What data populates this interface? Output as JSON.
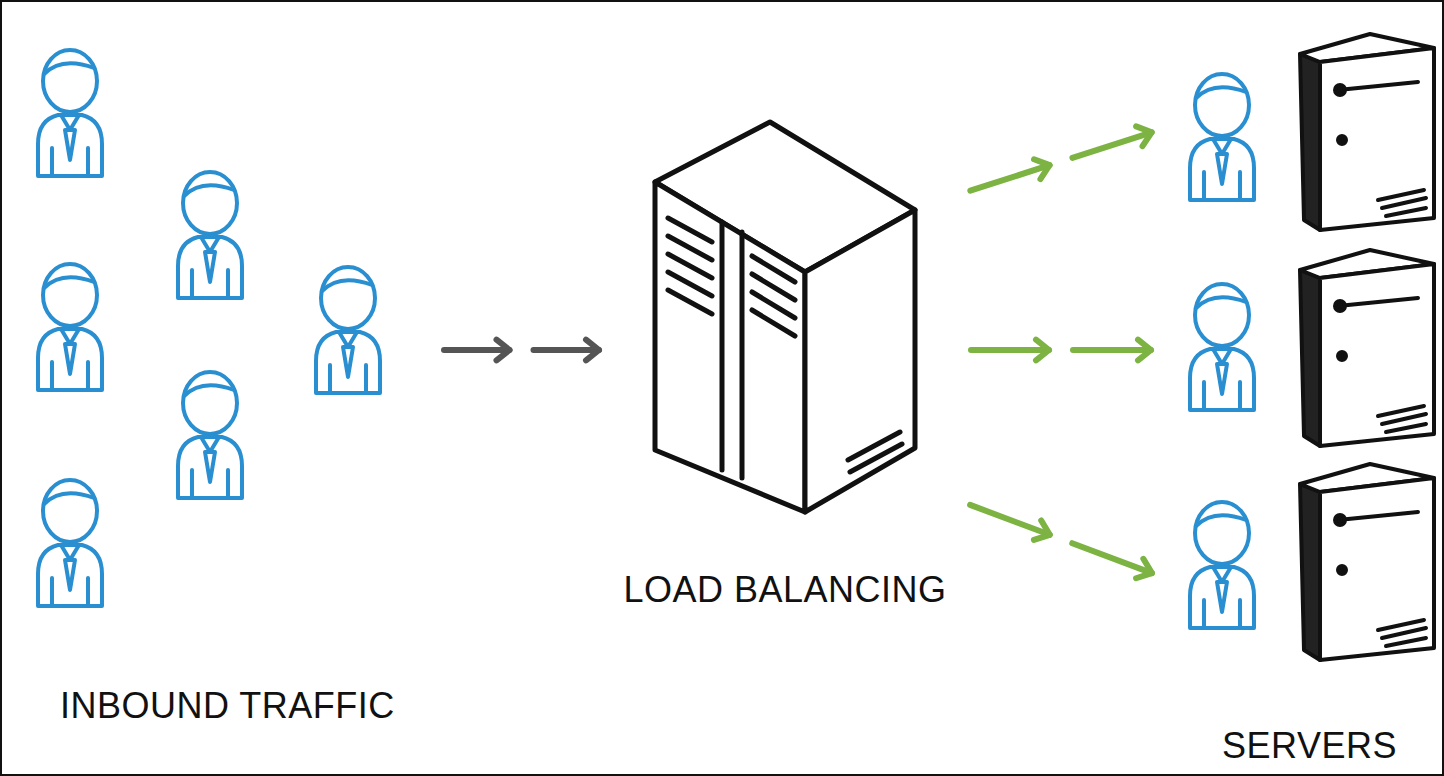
{
  "diagram": {
    "nodes": [
      {
        "text": [
          "INBOUND TRAFFIC"
        ]
      },
      {
        "text": [
          "LOAD BALANCING"
        ]
      },
      {
        "text": [
          "SERVERS"
        ]
      }
    ],
    "edges": [
      {
        "from": 0,
        "to": 1,
        "arrow": "to"
      },
      {
        "from": 1,
        "to": 2,
        "arrow": "to"
      },
      {
        "from": 1,
        "to": 2,
        "arrow": "to"
      },
      {
        "from": 1,
        "to": 2,
        "arrow": "to"
      }
    ]
  }
}
